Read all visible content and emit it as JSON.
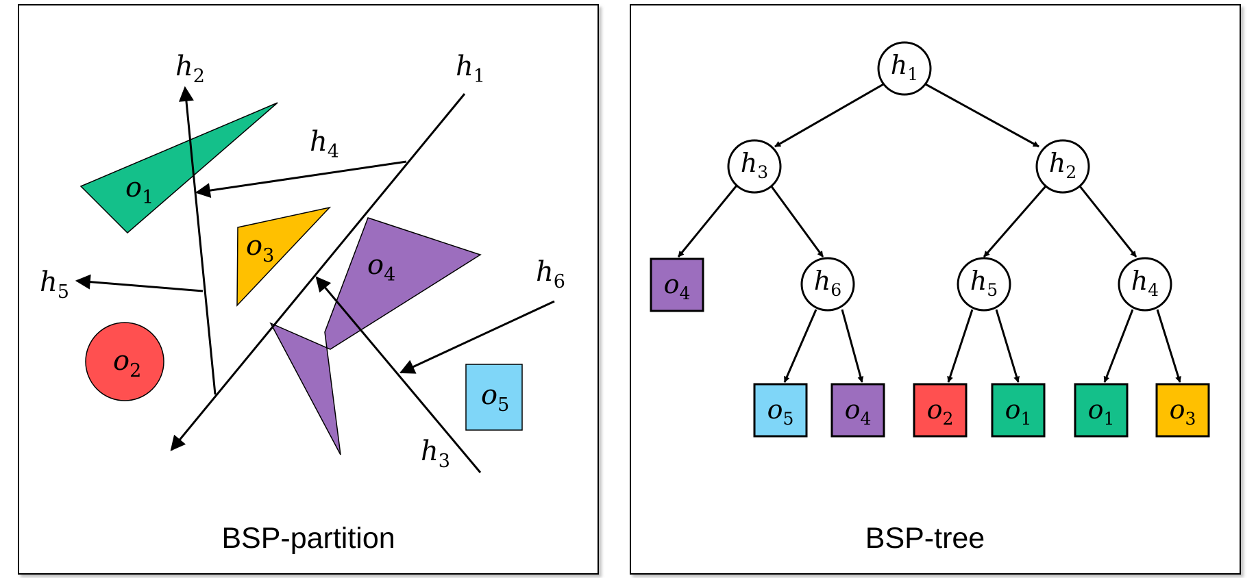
{
  "left_panel": {
    "caption": "BSP-partition",
    "hyperplanes": [
      {
        "base": "h",
        "sub": "1"
      },
      {
        "base": "h",
        "sub": "2"
      },
      {
        "base": "h",
        "sub": "3"
      },
      {
        "base": "h",
        "sub": "4"
      },
      {
        "base": "h",
        "sub": "5"
      },
      {
        "base": "h",
        "sub": "6"
      }
    ],
    "objects": [
      {
        "base": "o",
        "sub": "1",
        "color": "#14C08A"
      },
      {
        "base": "o",
        "sub": "2",
        "color": "#FF5050"
      },
      {
        "base": "o",
        "sub": "3",
        "color": "#FFC000"
      },
      {
        "base": "o",
        "sub": "4",
        "color": "#9C6EBE"
      },
      {
        "base": "o",
        "sub": "5",
        "color": "#7FD6F8"
      }
    ]
  },
  "right_panel": {
    "caption": "BSP-tree",
    "nodes": {
      "root": {
        "base": "h",
        "sub": "1"
      },
      "l": {
        "base": "h",
        "sub": "3"
      },
      "r": {
        "base": "h",
        "sub": "2"
      },
      "ll": {
        "base": "o",
        "sub": "4",
        "color": "#9C6EBE"
      },
      "lr": {
        "base": "h",
        "sub": "6"
      },
      "rl": {
        "base": "h",
        "sub": "5"
      },
      "rr": {
        "base": "h",
        "sub": "4"
      },
      "lrl": {
        "base": "o",
        "sub": "5",
        "color": "#7FD6F8"
      },
      "lrr": {
        "base": "o",
        "sub": "4",
        "color": "#9C6EBE"
      },
      "rll": {
        "base": "o",
        "sub": "2",
        "color": "#FF5050"
      },
      "rlr": {
        "base": "o",
        "sub": "1",
        "color": "#14C08A"
      },
      "rrl": {
        "base": "o",
        "sub": "1",
        "color": "#14C08A"
      },
      "rrr": {
        "base": "o",
        "sub": "3",
        "color": "#FFC000"
      }
    }
  }
}
